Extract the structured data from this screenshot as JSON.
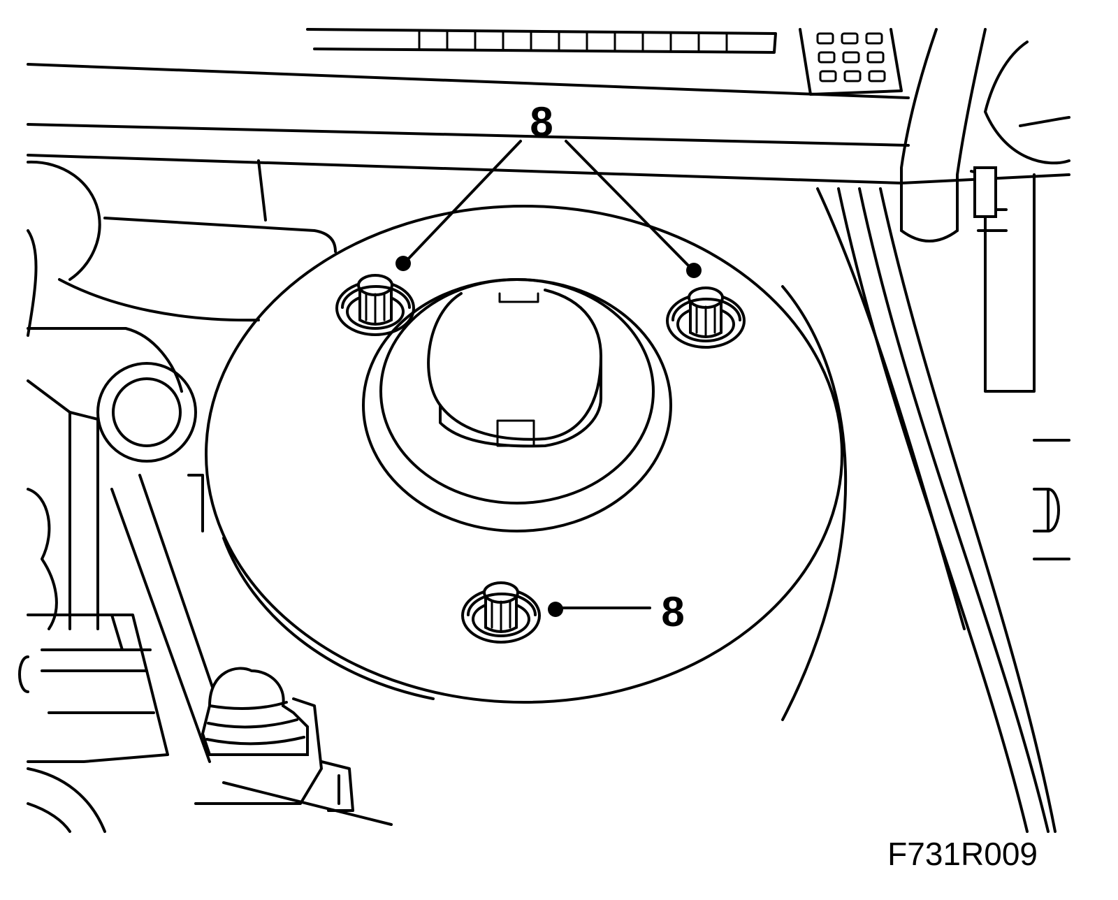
{
  "diagram": {
    "callouts": [
      {
        "id": "top",
        "label": "8"
      },
      {
        "id": "bottom",
        "label": "8"
      }
    ],
    "figure_code": "F731R009"
  }
}
